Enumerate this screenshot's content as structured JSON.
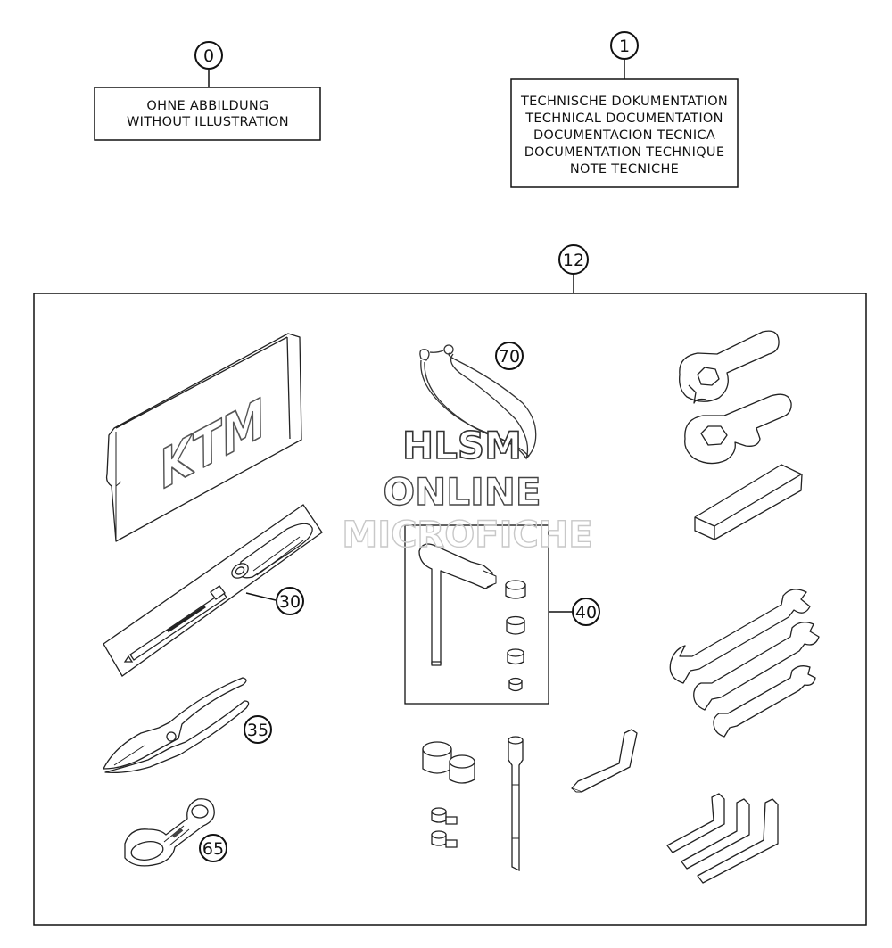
{
  "callouts": {
    "c0": "0",
    "c1": "1",
    "c12": "12",
    "c30": "30",
    "c35": "35",
    "c40": "40",
    "c65": "65",
    "c70": "70"
  },
  "box0": {
    "line1": "OHNE ABBILDUNG",
    "line2": "WITHOUT ILLUSTRATION"
  },
  "box1": {
    "line1": "TECHNISCHE DOKUMENTATION",
    "line2": "TECHNICAL DOCUMENTATION",
    "line3": "DOCUMENTACION TECNICA",
    "line4": "DOCUMENTATION TECHNIQUE",
    "line5": "NOTE TECNICHE"
  },
  "logo_text": "KTM",
  "watermark": {
    "line1": "HLSM",
    "line2": "ONLINE",
    "line3": "MICROFICHE"
  }
}
